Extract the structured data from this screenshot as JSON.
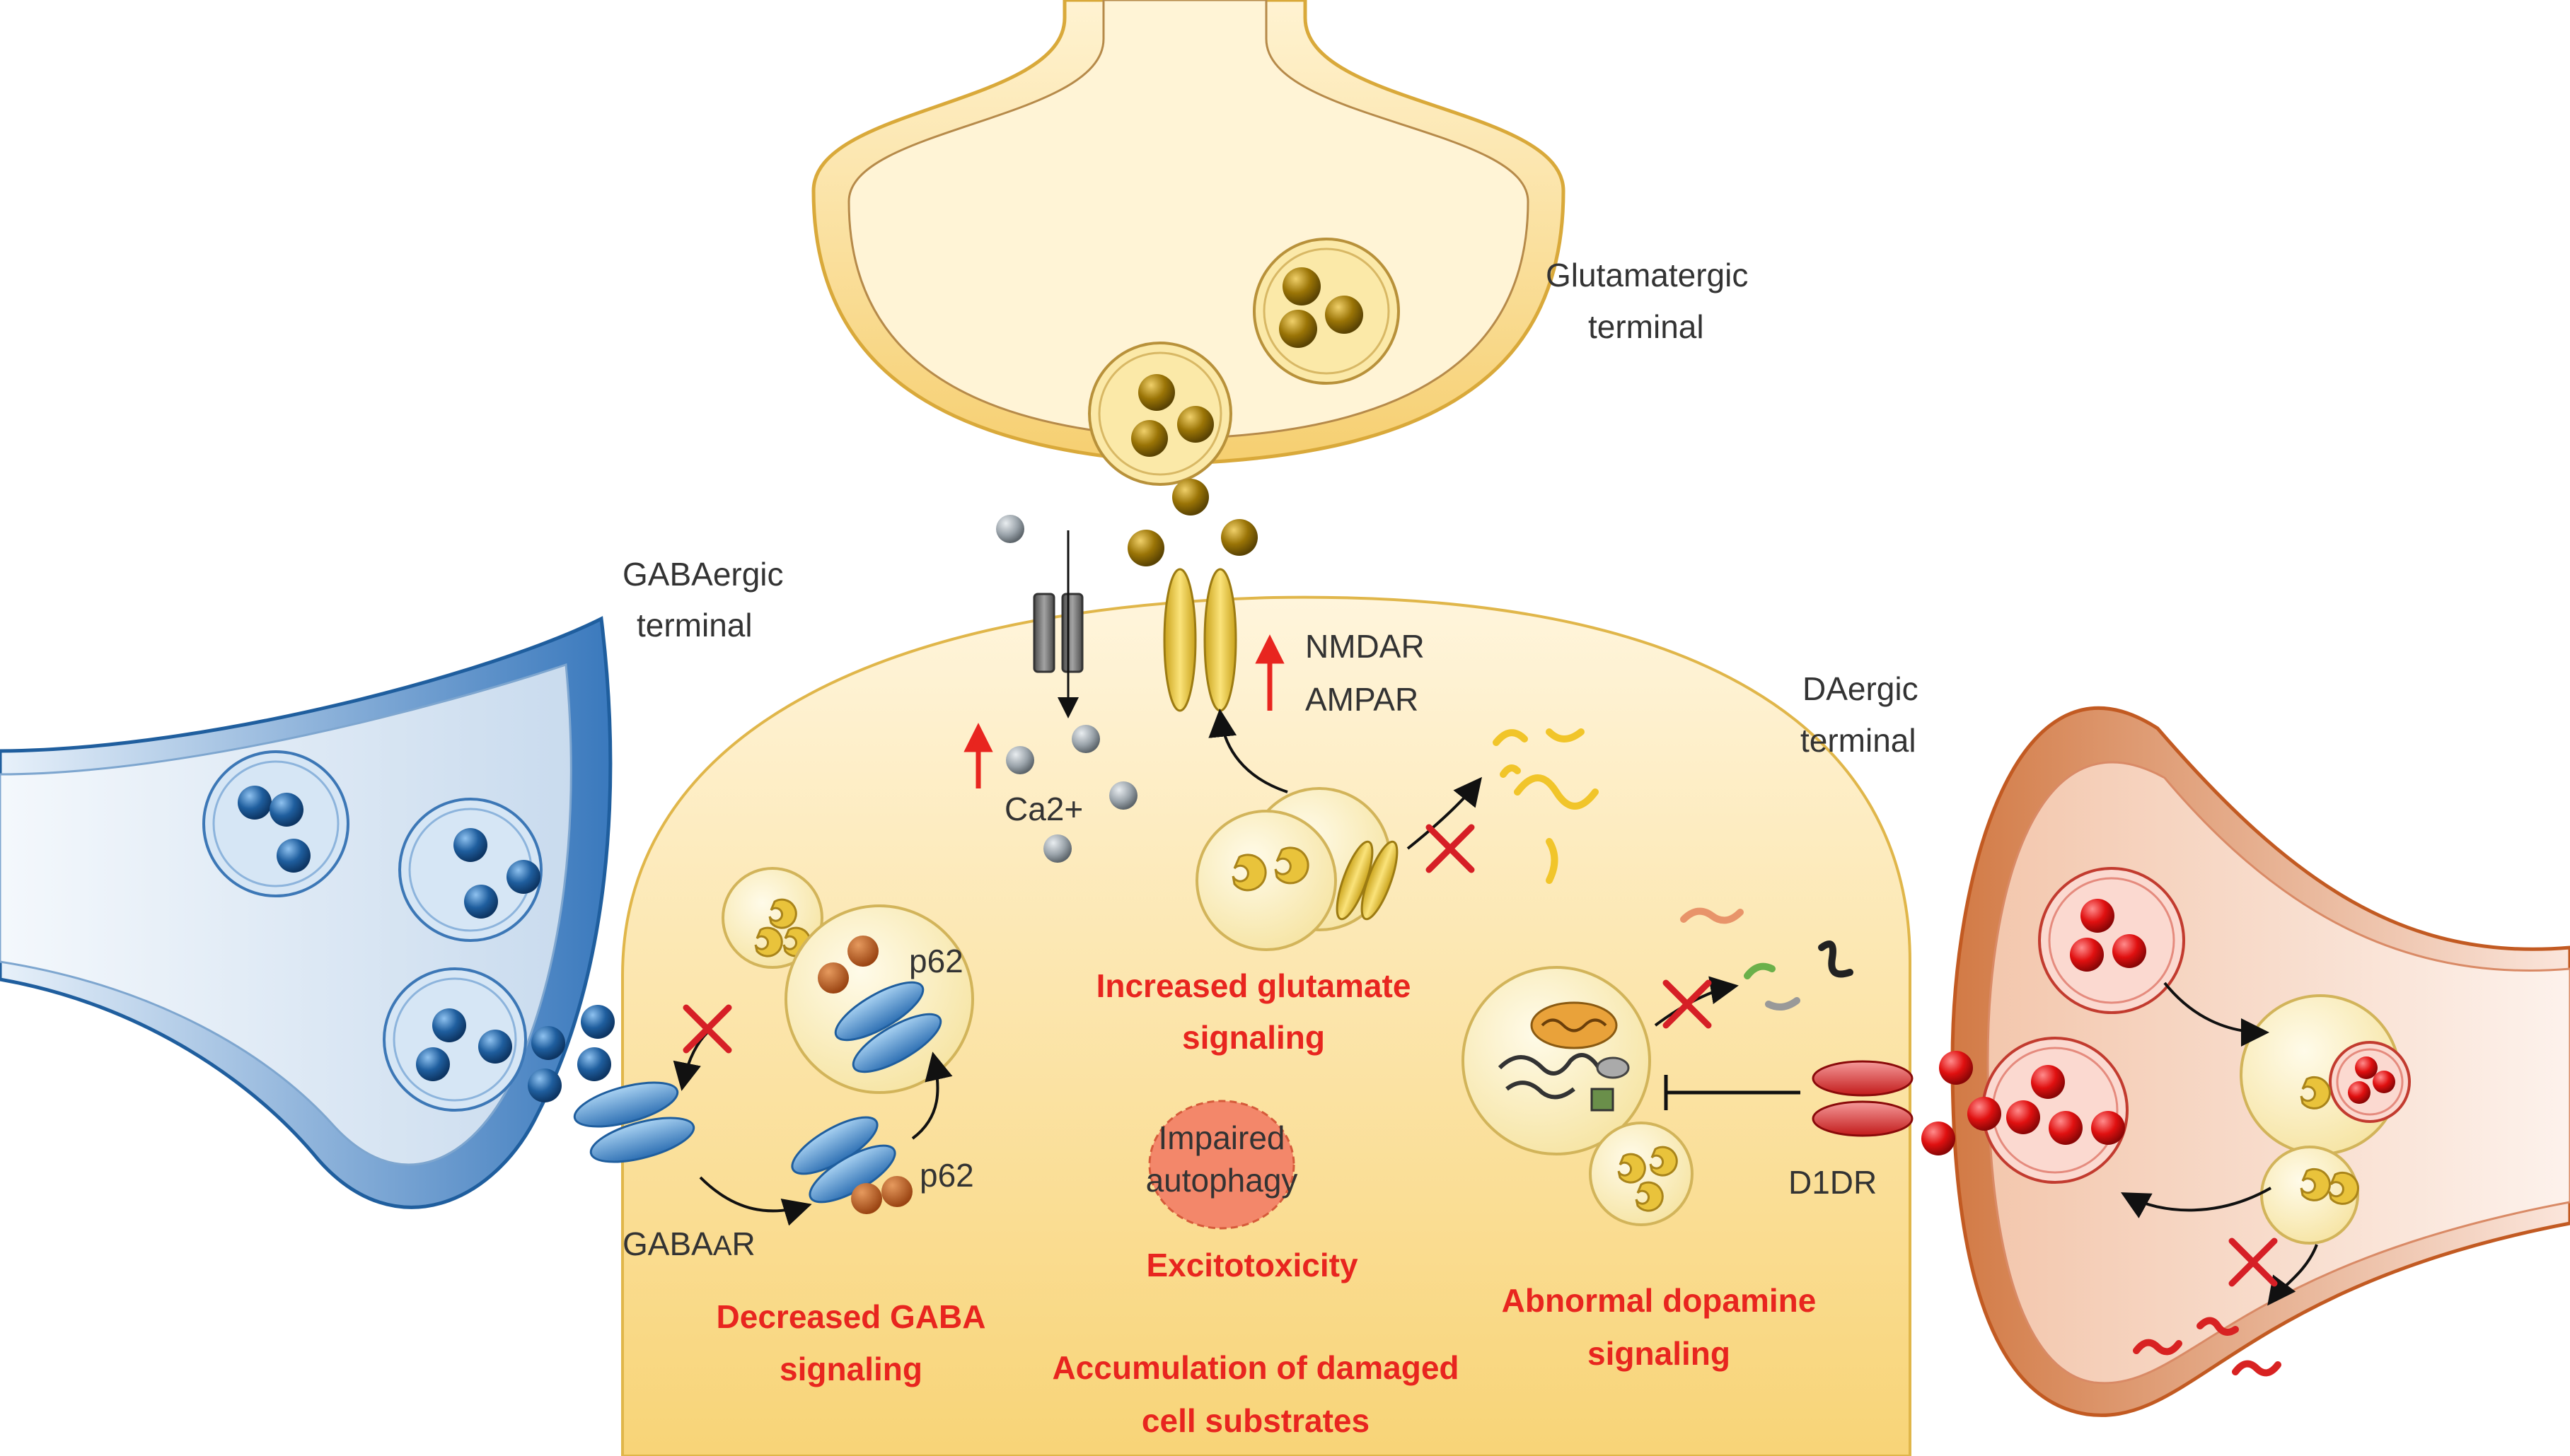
{
  "labels": {
    "glutamatergic_line1": "Glutamatergic",
    "glutamatergic_line2": "terminal",
    "gabaergic_line1": "GABAergic",
    "gabaergic_line2": "terminal",
    "daergic_line1": "DAergic",
    "daergic_line2": "terminal",
    "nmdar": "NMDAR",
    "ampar": "AMPAR",
    "ca2": "Ca2+",
    "p62_top": "p62",
    "p62_bottom": "p62",
    "gabaar_main": "GABA",
    "gabaar_sub": "A",
    "gabaar_end": "R",
    "d1dr": "D1DR",
    "impaired_line1": "Impaired",
    "impaired_line2": "autophagy"
  },
  "effects": {
    "glutamate_line1": "Increased glutamate",
    "glutamate_line2": "signaling",
    "excitotoxicity": "Excitotoxicity",
    "gaba_line1": "Decreased GABA",
    "gaba_line2": "signaling",
    "accumulation_line1": "Accumulation of damaged",
    "accumulation_line2": "cell substrates",
    "dopamine_line1": "Abnormal dopamine",
    "dopamine_line2": "signaling"
  },
  "colors": {
    "glutamate_vesicle": "#8a6a05",
    "gaba_vesicle": "#1f5e9e",
    "dopamine_vesicle": "#e01010",
    "ca_ion": "#9aa3aa",
    "p62": "#b8561a",
    "inhibition_cross": "#d61f26",
    "highlight_text": "#e8251f"
  }
}
